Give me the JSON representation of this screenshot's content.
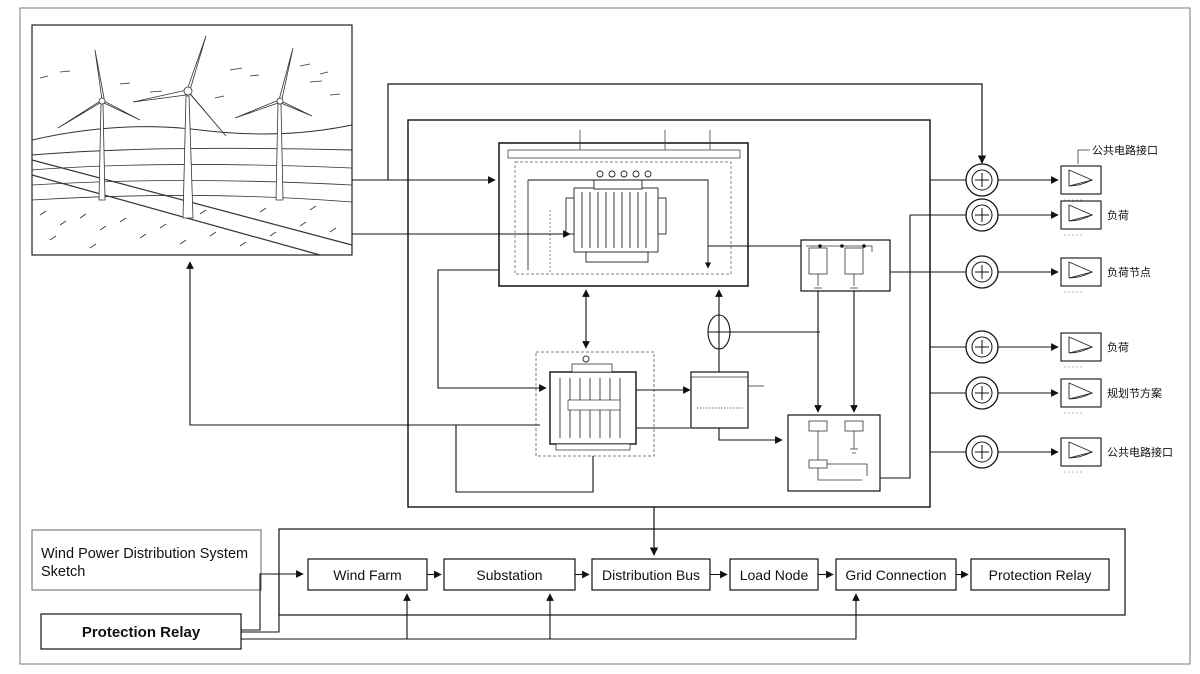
{
  "title_lines": [
    "Wind Power Distribution System",
    "Sketch"
  ],
  "protection_relay_label": "Protection Relay",
  "process_flow": [
    "Wind Farm",
    "Substation",
    "Distribution Bus",
    "Load Node",
    "Grid Connection",
    "Protection Relay"
  ],
  "outputs": [
    {
      "label": "公共电路接口",
      "header": true
    },
    {
      "label": "负荷",
      "header": false
    },
    {
      "label": "负荷节点",
      "header": false
    },
    {
      "label": "负荷",
      "header": false
    },
    {
      "label": "规划节方案",
      "header": false
    },
    {
      "label": "公共电路接口",
      "header": false
    }
  ]
}
